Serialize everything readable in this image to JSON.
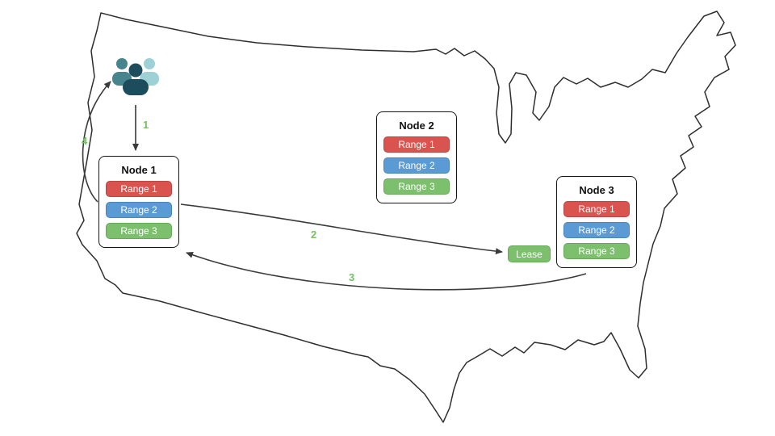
{
  "nodes": [
    {
      "title": "Node 1",
      "ranges": [
        "Range 1",
        "Range 2",
        "Range 3"
      ]
    },
    {
      "title": "Node 2",
      "ranges": [
        "Range 1",
        "Range 2",
        "Range 3"
      ]
    },
    {
      "title": "Node 3",
      "ranges": [
        "Range 1",
        "Range 2",
        "Range 3"
      ]
    }
  ],
  "lease": {
    "label": "Lease"
  },
  "steps": [
    "1",
    "2",
    "3",
    "4"
  ],
  "icons": {
    "users": "user-group-icon"
  },
  "colors": {
    "range1_red": "#d9534f",
    "range2_blue": "#5b9bd5",
    "range3_green": "#7cc06e",
    "lease_green": "#7cc06e",
    "step_label_green": "#72c261",
    "arrow": "#3a3a3a",
    "map_outline": "#2e2e2e",
    "node_border": "#151515",
    "users_dark_teal": "#1d4d5c",
    "users_medium_teal": "#47858e",
    "users_light_teal": "#9ed1d6"
  }
}
